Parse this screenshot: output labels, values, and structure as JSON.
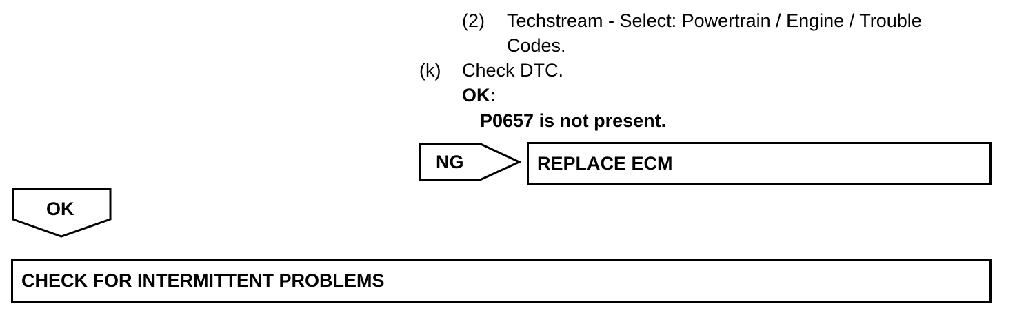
{
  "step_2": {
    "number": "(2)",
    "line1": "Techstream - Select: Powertrain / Engine / Trouble",
    "line2": "Codes."
  },
  "step_k": {
    "letter": "(k)",
    "text": "Check DTC."
  },
  "ok_block": {
    "heading": "OK:",
    "condition": "P0657 is not present."
  },
  "ng_branch": {
    "label": "NG",
    "result": "REPLACE ECM"
  },
  "ok_branch": {
    "label": "OK",
    "result": "CHECK FOR INTERMITTENT PROBLEMS"
  }
}
